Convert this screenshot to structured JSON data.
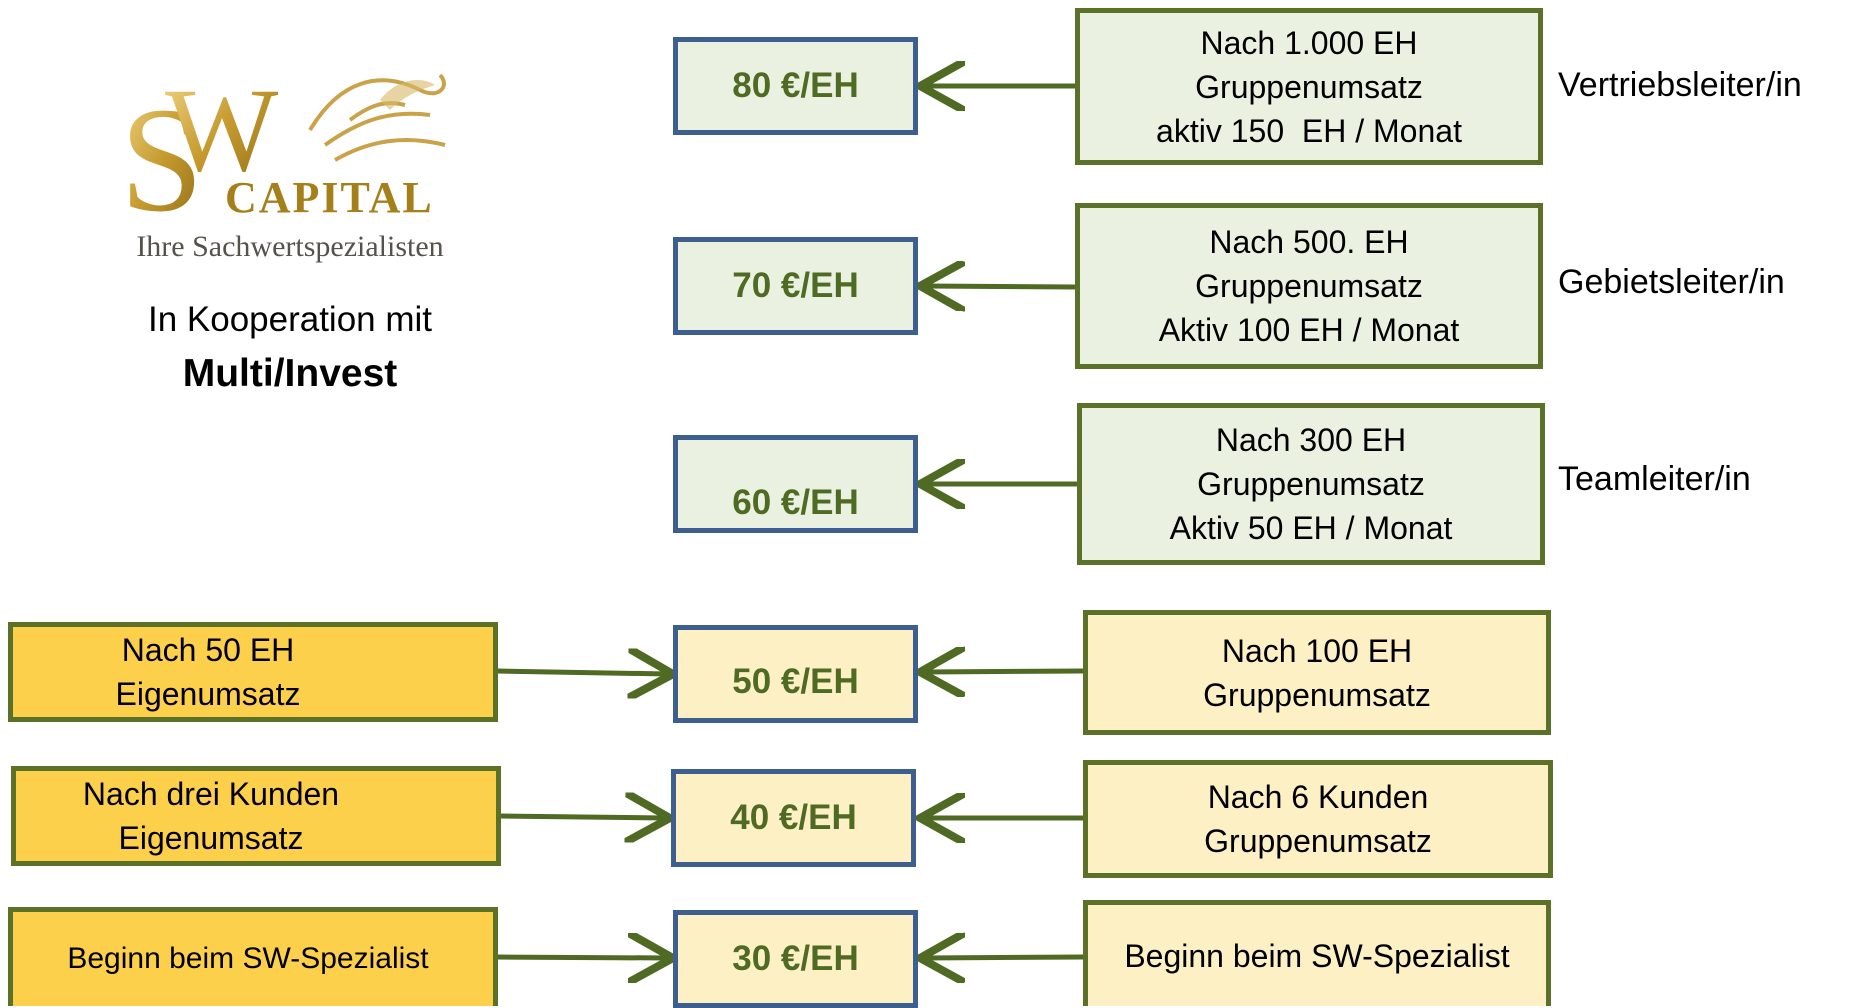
{
  "logo": {
    "capital": "CAPITAL",
    "tagline": "Ihre Sachwertspezialisten"
  },
  "cooperation": {
    "line1": "In Kooperation mit",
    "line2": "Multi/Invest"
  },
  "levels": [
    {
      "rate": "80 €/EH",
      "condition": [
        "Nach 1.000 EH",
        "Gruppenumsatz",
        "aktiv 150  EH / Monat"
      ],
      "title": "Vertriebsleiter/in"
    },
    {
      "rate": "70 €/EH",
      "condition": [
        "Nach 500. EH",
        "Gruppenumsatz",
        "Aktiv 100 EH / Monat"
      ],
      "title": "Gebietsleiter/in"
    },
    {
      "rate": "60 €/EH",
      "condition": [
        "Nach 300 EH",
        "Gruppenumsatz",
        "Aktiv 50 EH / Monat"
      ],
      "title": "Teamleiter/in"
    },
    {
      "rate": "50 €/EH",
      "condition": [
        "Nach 100 EH",
        "Gruppenumsatz"
      ],
      "own": [
        "Nach 50 EH",
        "Eigenumsatz"
      ]
    },
    {
      "rate": "40 €/EH",
      "condition": [
        "Nach 6 Kunden",
        "Gruppenumsatz"
      ],
      "own": [
        "Nach drei Kunden",
        "Eigenumsatz"
      ]
    },
    {
      "rate": "30 €/EH",
      "condition": [
        "Beginn beim SW-Spezialist"
      ],
      "own": [
        "Beginn beim SW-Spezialist"
      ]
    }
  ],
  "colors": {
    "rate_border": "#3d5f8f",
    "cond_border": "#5b7128",
    "arrow": "#4e6a23",
    "rate_text": "#4e6a23",
    "top_fill": "#eaf1e1",
    "light_fill": "#fdf0c4",
    "own_fill": "#fdd04b"
  }
}
